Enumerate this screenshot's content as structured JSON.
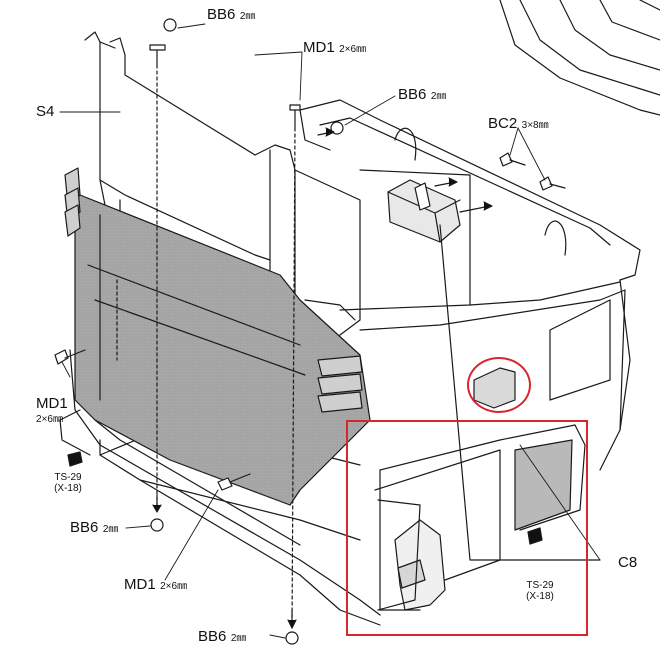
{
  "labels": {
    "bb6_top": {
      "code": "BB6",
      "size": "2㎜"
    },
    "md1_top": {
      "code": "MD1",
      "size": "2×6㎜"
    },
    "bb6_mid": {
      "code": "BB6",
      "size": "2㎜"
    },
    "bc2": {
      "code": "BC2",
      "size": "3×8㎜"
    },
    "s4": {
      "code": "S4"
    },
    "md1_left": {
      "code": "MD1",
      "size": "2×6㎜"
    },
    "ts29_left": {
      "code": "TS-29",
      "sub": "(X-18)"
    },
    "bb6_low": {
      "code": "BB6",
      "size": "2㎜"
    },
    "md1_low": {
      "code": "MD1",
      "size": "2×6㎜"
    },
    "ts29_right": {
      "code": "TS-29",
      "sub": "(X-18)"
    },
    "c8": {
      "code": "C8"
    },
    "bb6_bottom": {
      "code": "BB6",
      "size": "2㎜"
    }
  },
  "colors": {
    "ink": "#111111",
    "panel_shade": "#a9a9a9",
    "highlight": "#d8262f"
  }
}
